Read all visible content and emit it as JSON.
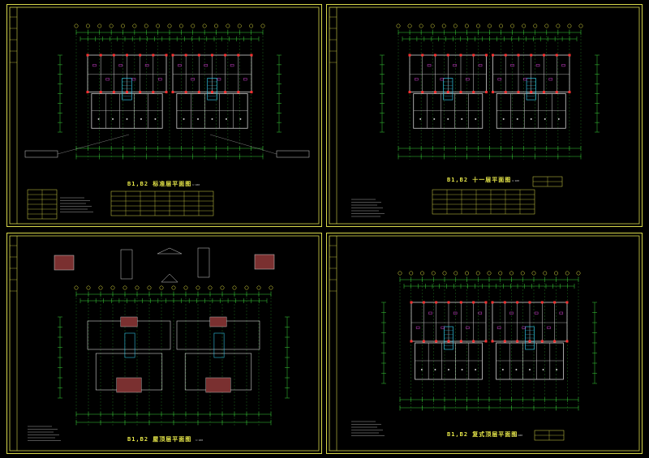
{
  "sheets": [
    {
      "id": "tl",
      "title": "B1,B2 标准层平面图",
      "scale": "1:100"
    },
    {
      "id": "tr",
      "title": "B1,B2 十一层平面图",
      "scale": "1:100"
    },
    {
      "id": "bl",
      "title": "B1,B2 屋顶层平面图",
      "scale": "1:100"
    },
    {
      "id": "br",
      "title": "B1,B2 复式顶层平面图",
      "scale": "1:100"
    }
  ],
  "colors": {
    "frame": "#d8d84a",
    "wall": "#cfcfcf",
    "dimension": "#39d239",
    "grid_axis": "#e0e040",
    "room_tag": "#d040d0",
    "column": "#ff3030",
    "stair": "#30c0e0",
    "roof_fill": "#7a3030"
  }
}
